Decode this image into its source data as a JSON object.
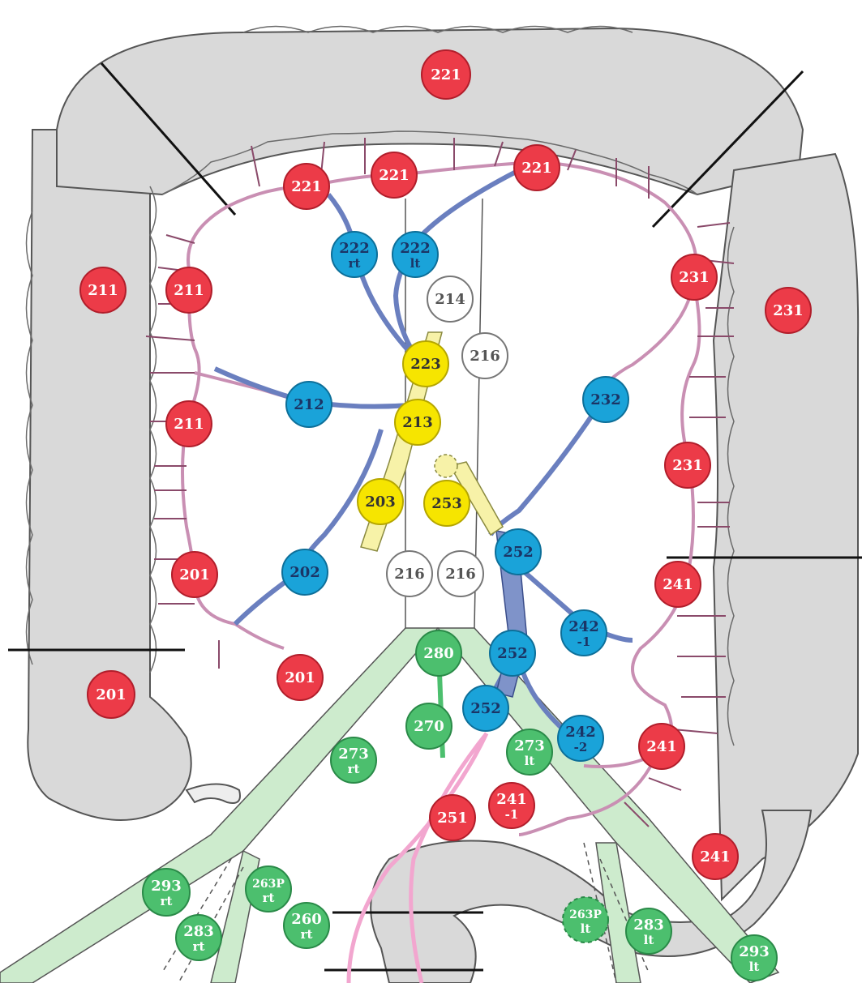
{
  "colors": {
    "colon": "#d9d9d9",
    "colon_outline": "#555555",
    "marginal_artery": "#d9a9c8",
    "marginal_dash": "#8a4a6a",
    "vein": "#7f93c9",
    "smv": "#f7f2a8",
    "aorta": "#cdebcd",
    "ima_pink": "#f2a6cf",
    "red_node": "#ec3b48",
    "blue_node": "#1aa3d9",
    "yellow_node": "#f6e500",
    "green_node": "#4cbf6e",
    "white_node": "#ffffff",
    "cut_line": "#111111"
  },
  "nodes": {
    "n221_top": {
      "line1": "221",
      "line2": "",
      "color": "red"
    },
    "n221_a": {
      "line1": "221",
      "line2": "",
      "color": "red"
    },
    "n221_b": {
      "line1": "221",
      "line2": "",
      "color": "red"
    },
    "n221_c": {
      "line1": "221",
      "line2": "",
      "color": "red"
    },
    "n211_out": {
      "line1": "211",
      "line2": "",
      "color": "red"
    },
    "n211_a": {
      "line1": "211",
      "line2": "",
      "color": "red"
    },
    "n211_b": {
      "line1": "211",
      "line2": "",
      "color": "red"
    },
    "n231_a": {
      "line1": "231",
      "line2": "",
      "color": "red"
    },
    "n231_out": {
      "line1": "231",
      "line2": "",
      "color": "red"
    },
    "n231_b": {
      "line1": "231",
      "line2": "",
      "color": "red"
    },
    "n201_a": {
      "line1": "201",
      "line2": "",
      "color": "red"
    },
    "n201_out": {
      "line1": "201",
      "line2": "",
      "color": "red"
    },
    "n201_b": {
      "line1": "201",
      "line2": "",
      "color": "red"
    },
    "n241_a": {
      "line1": "241",
      "line2": "",
      "color": "red"
    },
    "n241_b": {
      "line1": "241",
      "line2": "",
      "color": "red"
    },
    "n241_out": {
      "line1": "241",
      "line2": "",
      "color": "red"
    },
    "n241_1": {
      "line1": "241",
      "line2": "-1",
      "color": "red"
    },
    "n251": {
      "line1": "251",
      "line2": "",
      "color": "red"
    },
    "n222rt": {
      "line1": "222",
      "line2": "rt",
      "color": "blue"
    },
    "n222lt": {
      "line1": "222",
      "line2": "lt",
      "color": "blue"
    },
    "n212": {
      "line1": "212",
      "line2": "",
      "color": "blue"
    },
    "n232": {
      "line1": "232",
      "line2": "",
      "color": "blue"
    },
    "n202": {
      "line1": "202",
      "line2": "",
      "color": "blue"
    },
    "n252_a": {
      "line1": "252",
      "line2": "",
      "color": "blue"
    },
    "n252_b": {
      "line1": "252",
      "line2": "",
      "color": "blue"
    },
    "n252_c": {
      "line1": "252",
      "line2": "",
      "color": "blue"
    },
    "n242_1": {
      "line1": "242",
      "line2": "-1",
      "color": "blue"
    },
    "n242_2": {
      "line1": "242",
      "line2": "-2",
      "color": "blue"
    },
    "n223": {
      "line1": "223",
      "line2": "",
      "color": "yellow"
    },
    "n213": {
      "line1": "213",
      "line2": "",
      "color": "yellow"
    },
    "n203": {
      "line1": "203",
      "line2": "",
      "color": "yellow"
    },
    "n253": {
      "line1": "253",
      "line2": "",
      "color": "yellow"
    },
    "n214": {
      "line1": "214",
      "line2": "",
      "color": "white"
    },
    "n216_a": {
      "line1": "216",
      "line2": "",
      "color": "white"
    },
    "n216_b": {
      "line1": "216",
      "line2": "",
      "color": "white"
    },
    "n216_c": {
      "line1": "216",
      "line2": "",
      "color": "white"
    },
    "n280": {
      "line1": "280",
      "line2": "",
      "color": "green"
    },
    "n270": {
      "line1": "270",
      "line2": "",
      "color": "green"
    },
    "n273rt": {
      "line1": "273",
      "line2": "rt",
      "color": "green"
    },
    "n273lt": {
      "line1": "273",
      "line2": "lt",
      "color": "green"
    },
    "n293rt": {
      "line1": "293",
      "line2": "rt",
      "color": "green"
    },
    "n283rt": {
      "line1": "283",
      "line2": "rt",
      "color": "green"
    },
    "n263Prt": {
      "line1": "263P",
      "line2": "rt",
      "color": "green"
    },
    "n260rt": {
      "line1": "260",
      "line2": "rt",
      "color": "green"
    },
    "n263Plt": {
      "line1": "263P",
      "line2": "lt",
      "color": "green"
    },
    "n283lt": {
      "line1": "283",
      "line2": "lt",
      "color": "green"
    },
    "n293lt": {
      "line1": "293",
      "line2": "lt",
      "color": "green"
    }
  }
}
